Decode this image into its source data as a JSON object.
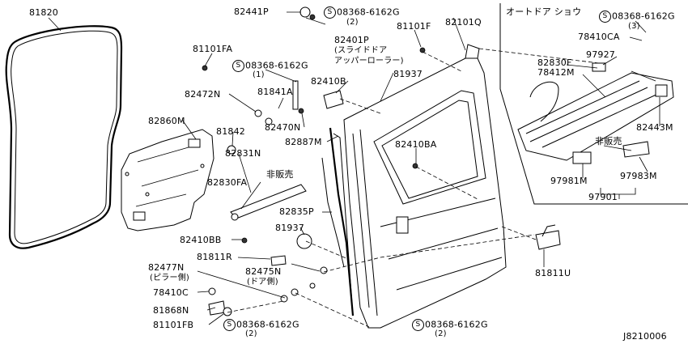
{
  "diagram_id": "J8210006",
  "labels": {
    "p81820": "81820",
    "p82441P": "82441P",
    "bolt1_code": "08368-6162G",
    "bolt1_qty": "(2)",
    "p82101Q": "82101Q",
    "autodoor_title": "オートドア ショウ",
    "bolt_ad_code": "08368-6162G",
    "bolt_ad_qty": "(3)",
    "p78410CA": "78410CA",
    "p97927": "97927",
    "p82830F": "82830F",
    "p78412M": "78412M",
    "p82443M": "82443M",
    "hihanbai_ad": "非販売",
    "p97981M": "97981M",
    "p97983M": "97983M",
    "p97901": "97901",
    "p81101FA": "81101FA",
    "bolt2_code": "08368-6162G",
    "bolt2_qty": "(1)",
    "p82401P": "82401P",
    "p82401P_sub1": "(スライドドア",
    "p82401P_sub2": "アッパーローラー)",
    "p81101F": "81101F",
    "p82410B": "82410B",
    "p81937a": "81937",
    "p82472N": "82472N",
    "p81841A": "81841A",
    "p82470N": "82470N",
    "p82860M": "82860M",
    "p81842": "81842",
    "p82887M": "82887M",
    "p82831N": "82831N",
    "hihanbai_left": "非販売",
    "p82410BA": "82410BA",
    "p82830FA": "82830FA",
    "p82835P": "82835P",
    "p81937b": "81937",
    "p82410BB": "82410BB",
    "p81811R": "81811R",
    "p82477N": "82477N",
    "p82477N_sub": "(ピラー側)",
    "p82475N": "82475N",
    "p82475N_sub": "(ドア側)",
    "p78410C": "78410C",
    "p81868N": "81868N",
    "p81101FB": "81101FB",
    "bolt3_code": "08368-6162G",
    "bolt3_qty": "(2)",
    "bolt4_code": "08368-6162G",
    "bolt4_qty": "(2)",
    "p81811U": "81811U",
    "bolt_symbol": "S"
  }
}
